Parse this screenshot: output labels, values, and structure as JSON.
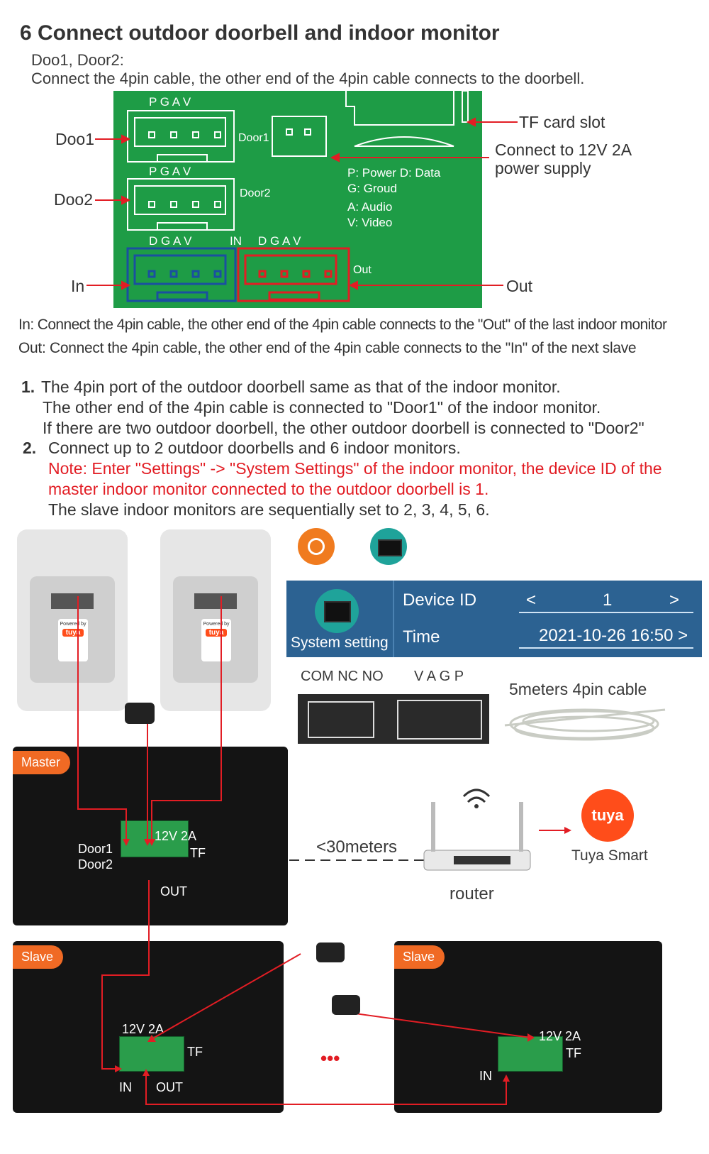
{
  "header": {
    "title": "6 Connect outdoor doorbell and indoor monitor",
    "line1": "Doo1, Door2:",
    "line2": "Connect the 4pin cable, the other end of the 4pin cable connects to the doorbell."
  },
  "pcb": {
    "pin_row1": "P  G  A  V",
    "pin_row2": "P  G  A  V",
    "pin_row3_in": "D  G  A  V",
    "in_label_board": "IN",
    "pin_row3_out": "D  G  A  V",
    "door1_board": "Door1",
    "door2_board": "Door2",
    "out_board": "Out",
    "legend": [
      "P: Power   D: Data",
      "G: Groud",
      "A: Audio",
      "V: Video"
    ],
    "left_labels": {
      "doo1": "Doo1",
      "doo2": "Doo2",
      "in": "In"
    },
    "right_labels": {
      "tf": "TF card slot",
      "power": "Connect to 12V 2A",
      "power2": "power supply",
      "out": "Out"
    }
  },
  "notes": {
    "in_note": "In: Connect the 4pin cable, the other end of the 4pin cable connects to the \"Out\" of the last indoor monitor",
    "out_note": "Out:  Connect the 4pin cable, the other end of the 4pin cable connects to the \"In\" of the next slave"
  },
  "steps": {
    "s1_num": "1.",
    "s1_a": "The 4pin port of the outdoor doorbell same as that of the indoor monitor.",
    "s1_b": "The other end of the 4pin cable is connected to \"Door1\" of the indoor monitor.",
    "s1_c": "If there are two outdoor doorbell, the other outdoor doorbell is connected to \"Door2\"",
    "s2_num": "2.",
    "s2_a": "Connect up to 2 outdoor doorbells and 6 indoor monitors.",
    "s2_note1": "Note: Enter \"Settings\" -> \"System Settings\" of the indoor monitor, the device ID of the",
    "s2_note2": "master indoor monitor connected to the outdoor doorbell is 1.",
    "s2_c": "The slave indoor monitors are sequentially set to 2, 3, 4, 5, 6."
  },
  "settings_panel": {
    "system_setting": "System setting",
    "device_id_label": "Device ID",
    "device_id_left": "<",
    "device_id_value": "1",
    "device_id_right": ">",
    "time_label": "Time",
    "time_value": "2021-10-26 16:50  >"
  },
  "connectors": {
    "com_label": "COM NC NO",
    "vagp_label": "V  A  G  P",
    "cable_label": "5meters 4pin cable"
  },
  "doorbell": {
    "powered_by": "Powered by",
    "brand": "tuya"
  },
  "master": {
    "tag": "Master",
    "door1": "Door1",
    "door2": "Door2",
    "power": "12V 2A",
    "tf": "TF",
    "out": "OUT"
  },
  "network": {
    "distance": "<30meters",
    "router": "router",
    "tuya_logo": "tuya",
    "tuya_name": "Tuya Smart"
  },
  "slave_left": {
    "tag": "Slave",
    "power": "12V 2A",
    "tf": "TF",
    "in": "IN",
    "out": "OUT"
  },
  "slave_right": {
    "tag": "Slave",
    "power": "12V 2A",
    "tf": "TF",
    "in": "IN"
  },
  "ellipsis": "•••",
  "colors": {
    "pcb_green": "#1e9c46",
    "arrow_red": "#e21d24",
    "panel_blue": "#2c6292",
    "tag_orange": "#f06a24",
    "tuya_orange": "#ff4d1a"
  }
}
